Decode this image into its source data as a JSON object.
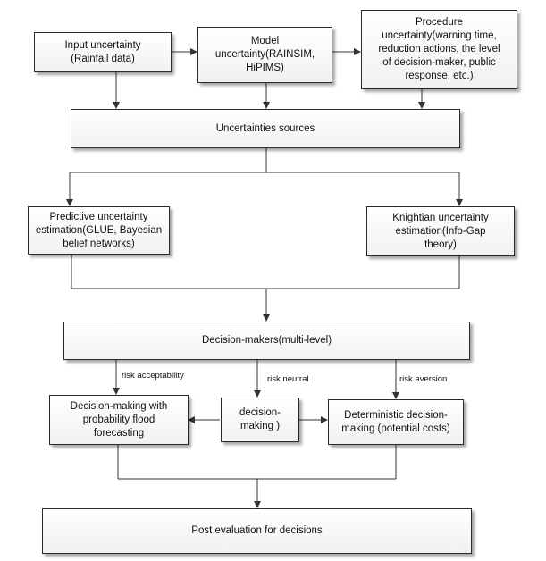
{
  "nodes": {
    "input_uncertainty": "Input uncertainty\n(Rainfall data)",
    "model_uncertainty": "Model\nuncertainty(RAINSIM,\nHiPIMS)",
    "procedure_uncertainty": "Procedure\nuncertainty(warning time,\nreduction actions, the level\nof decision-maker, public\nresponse, etc.)",
    "uncertainties_sources": "Uncertainties  sources",
    "predictive_uncertainty": "Predictive uncertainty\nestimation(GLUE, Bayesian\nbelief networks)",
    "knightian_uncertainty": "Knightian uncertainty\nestimation(Info-Gap\ntheory)",
    "decision_makers": "Decision-makers(multi-level)",
    "probability_decision": "Decision-making with\nprobability flood\nforecasting",
    "neutral_decision": "decision-\nmaking )",
    "deterministic_decision": "Deterministic decision-\nmaking (potential costs)",
    "post_evaluation": "Post evaluation for decisions"
  },
  "edge_labels": {
    "risk_acceptability": "risk acceptability",
    "risk_neutral": "risk neutral",
    "risk_aversion": "risk aversion"
  }
}
